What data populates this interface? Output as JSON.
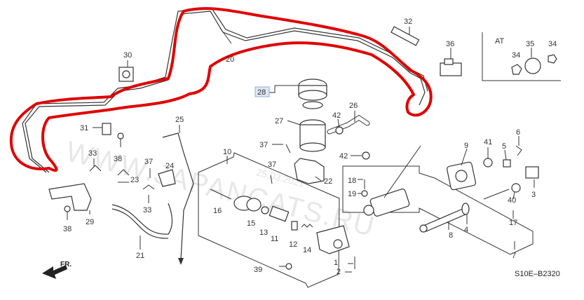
{
  "diagram": {
    "callouts": [
      {
        "id": "c1",
        "text": "1"
      },
      {
        "id": "c2",
        "text": "2"
      },
      {
        "id": "c3",
        "text": "3"
      },
      {
        "id": "c4",
        "text": "4"
      },
      {
        "id": "c5",
        "text": "5"
      },
      {
        "id": "c6",
        "text": "6"
      },
      {
        "id": "c7",
        "text": "7"
      },
      {
        "id": "c8",
        "text": "8"
      },
      {
        "id": "c9",
        "text": "9"
      },
      {
        "id": "c10",
        "text": "10"
      },
      {
        "id": "c11",
        "text": "11"
      },
      {
        "id": "c12",
        "text": "12"
      },
      {
        "id": "c13",
        "text": "13"
      },
      {
        "id": "c14",
        "text": "14"
      },
      {
        "id": "c15",
        "text": "15"
      },
      {
        "id": "c16",
        "text": "16"
      },
      {
        "id": "c17",
        "text": "17"
      },
      {
        "id": "c18",
        "text": "18"
      },
      {
        "id": "c19",
        "text": "19"
      },
      {
        "id": "c20",
        "text": "20"
      },
      {
        "id": "c21",
        "text": "21"
      },
      {
        "id": "c22",
        "text": "22"
      },
      {
        "id": "c23",
        "text": "23"
      },
      {
        "id": "c24",
        "text": "24"
      },
      {
        "id": "c25",
        "text": "25"
      },
      {
        "id": "c27",
        "text": "27"
      },
      {
        "id": "c28",
        "text": "28"
      },
      {
        "id": "c29",
        "text": "29"
      },
      {
        "id": "c30",
        "text": "30"
      },
      {
        "id": "c31",
        "text": "31"
      },
      {
        "id": "c32",
        "text": "32"
      },
      {
        "id": "c33a",
        "text": "33"
      },
      {
        "id": "c33b",
        "text": "33"
      },
      {
        "id": "c34a",
        "text": "34"
      },
      {
        "id": "c34b",
        "text": "34"
      },
      {
        "id": "c35",
        "text": "35"
      },
      {
        "id": "c36",
        "text": "36"
      },
      {
        "id": "c37a",
        "text": "37"
      },
      {
        "id": "c37b",
        "text": "37"
      },
      {
        "id": "c37c",
        "text": "37"
      },
      {
        "id": "c38a",
        "text": "38"
      },
      {
        "id": "c38b",
        "text": "38"
      },
      {
        "id": "c39",
        "text": "39"
      },
      {
        "id": "c40",
        "text": "40"
      },
      {
        "id": "c41",
        "text": "41"
      },
      {
        "id": "c42a",
        "text": "42"
      },
      {
        "id": "c42b",
        "text": "42"
      },
      {
        "id": "c26",
        "text": "26"
      }
    ],
    "at_label": "AT",
    "code": "S10E–B2320",
    "fr_label": "FR.",
    "watermark": "WWW.JAPANCATS.RU",
    "watermark_date": "25.03.2021",
    "colors": {
      "highlight": "#e00000",
      "linework": "#333333",
      "callout_28_bg": "#dde7f3"
    }
  }
}
